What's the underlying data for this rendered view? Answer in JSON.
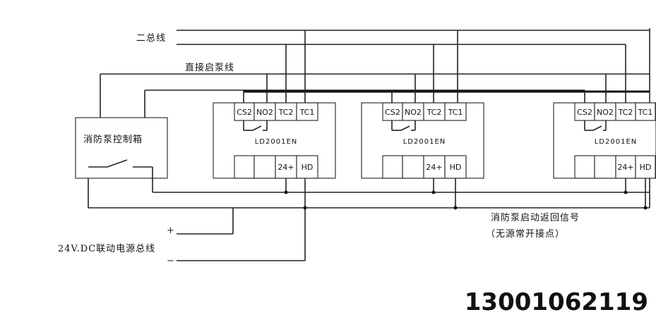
{
  "labels": {
    "bus_two_wire": "二总线",
    "direct_pump_line": "直接启泵线",
    "pump_control_box": "消防泵控制箱",
    "power_bus": "24V.DC联动电源总线",
    "plus": "+",
    "minus": "−",
    "return_signal": "消防泵启动返回信号",
    "return_signal_note": "（无源常开接点）",
    "phone": "13001062119"
  },
  "modules": [
    {
      "model": "LD2001EN",
      "terminals_top": [
        "CS2",
        "NO2",
        "TC2",
        "TC1"
      ],
      "terminals_bottom": [
        "",
        "",
        "24+",
        "HD"
      ]
    },
    {
      "model": "LD2001EN",
      "terminals_top": [
        "CS2",
        "NO2",
        "TC2",
        "TC1"
      ],
      "terminals_bottom": [
        "",
        "",
        "24+",
        "HD"
      ]
    },
    {
      "model": "LD2001EN",
      "terminals_top": [
        "CS2",
        "NO2",
        "TC2",
        "TC1"
      ],
      "terminals_bottom": [
        "",
        "",
        "24+",
        "HD"
      ]
    }
  ]
}
